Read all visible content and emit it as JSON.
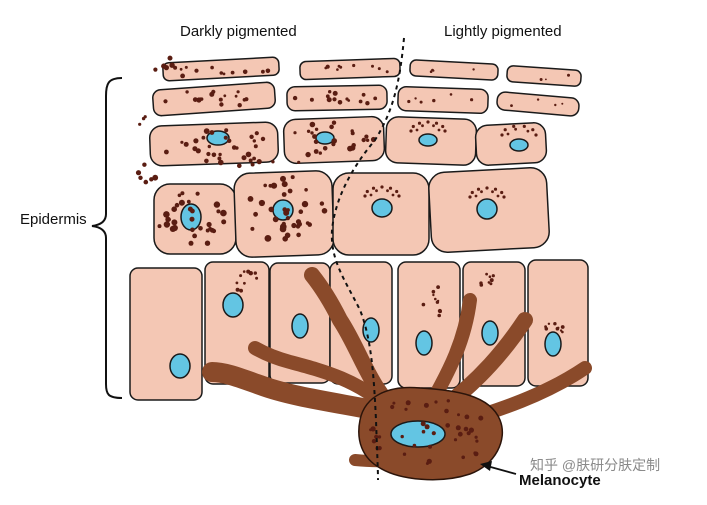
{
  "labels": {
    "darkly_pigmented": "Darkly pigmented",
    "lightly_pigmented": "Lightly pigmented",
    "epidermis": "Epidermis",
    "melanocyte": "Melanocyte"
  },
  "watermark": "知乎 @肤研分肤定制",
  "colors": {
    "cell_fill": "#f4c7b4",
    "cell_stroke": "#1a1a1a",
    "nucleus": "#63c5e3",
    "melanin": "#5a1d12",
    "melanocyte": "#8a4a2a"
  }
}
